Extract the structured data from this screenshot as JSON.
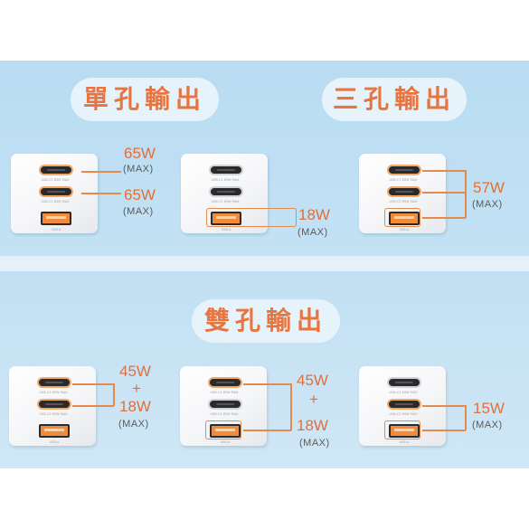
{
  "headings": {
    "single": "單孔輸出",
    "triple": "三孔輸出",
    "dual": "雙孔輸出"
  },
  "port_labels": {
    "c1": "USB-C1 65W MAX",
    "c2": "USB-C2 65W MAX",
    "a": "USB-A"
  },
  "single": {
    "c1_watt": "65W",
    "c1_max": "(MAX)",
    "c2_watt": "65W",
    "c2_max": "(MAX)",
    "a_watt": "18W",
    "a_max": "(MAX)"
  },
  "triple": {
    "watt": "57W",
    "max": "(MAX)"
  },
  "dual": {
    "cc": {
      "watt1": "45W",
      "plus": "+",
      "watt2": "18W",
      "max": "(MAX)"
    },
    "ca": {
      "watt1": "45W",
      "plus": "+",
      "watt2": "18W",
      "max": "(MAX)"
    },
    "c2a": {
      "watt": "15W",
      "max": "(MAX)"
    }
  },
  "colors": {
    "accent": "#e8743f",
    "background": "#bfdff3",
    "port_orange": "#f08a3c"
  }
}
